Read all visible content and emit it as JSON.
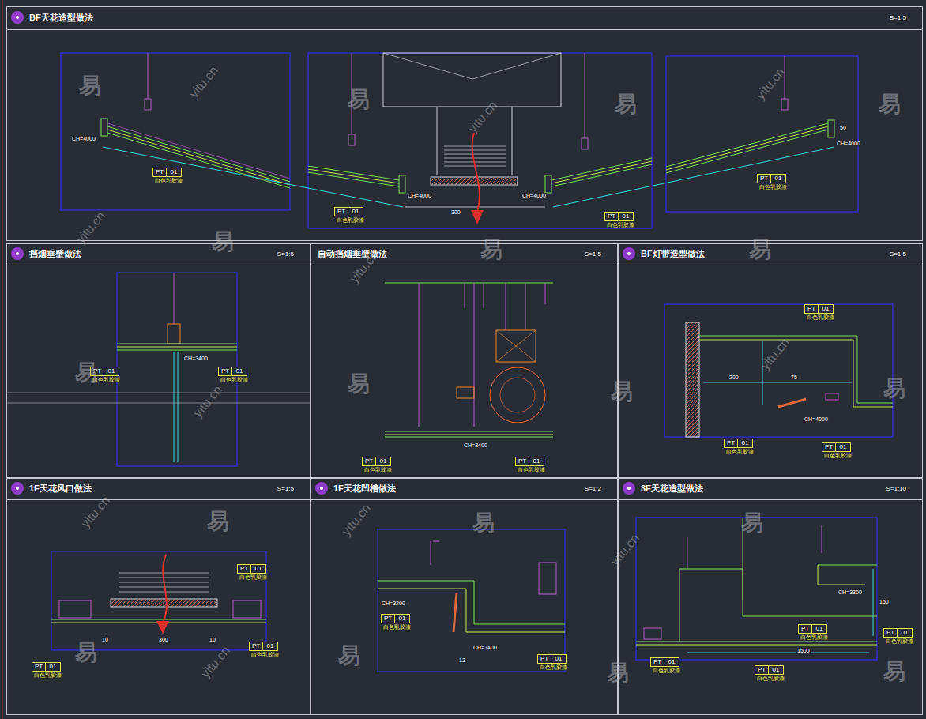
{
  "diagram": {
    "nodes": [
      {
        "text": [
          "BF天花造型做法",
          "S=1:5"
        ]
      },
      {
        "text": [
          "挡烟垂壁做法",
          "S=1:5"
        ]
      },
      {
        "text": [
          "自动挡烟垂壁做法",
          "S=1:5"
        ]
      },
      {
        "text": [
          "BF灯带造型做法",
          "S=1:5"
        ]
      },
      {
        "text": [
          "1F天花风口做法",
          "S=1:5"
        ]
      },
      {
        "text": [
          "1F天花凹槽做法",
          "S=1:2"
        ]
      },
      {
        "text": [
          "3F天花造型做法",
          "S=1:10"
        ]
      }
    ],
    "labels": [
      "PT",
      "01",
      "白色乳胶漆",
      "PT",
      "01",
      "白色乳胶漆",
      "PT",
      "01",
      "白色乳胶漆",
      "PT",
      "01",
      "白色乳胶漆",
      "CH=4000",
      "CH=4000",
      "300",
      "CH=4000",
      "CH=4000",
      "50",
      "PT",
      "01",
      "白色乳胶漆",
      "PT",
      "01",
      "白色乳胶漆",
      "CH=3400",
      "PT",
      "01",
      "白色乳胶漆",
      "PT",
      "01",
      "白色乳胶漆",
      "CH=3400",
      "PT",
      "01",
      "白色乳胶漆",
      "PT",
      "01",
      "白色乳胶漆",
      "PT",
      "01",
      "白色乳胶漆",
      "CH=4000",
      "200",
      "75",
      "PT",
      "01",
      "白色乳胶漆",
      "PT",
      "01",
      "白色乳胶漆",
      "PT",
      "01",
      "白色乳胶漆",
      "300",
      "10",
      "10",
      "PT",
      "01",
      "白色乳胶漆",
      "PT",
      "01",
      "白色乳胶漆",
      "CH=3200",
      "CH=3400",
      "12",
      "PT",
      "01",
      "白色乳胶漆",
      "PT",
      "01",
      "白色乳胶漆",
      "PT",
      "01",
      "白色乳胶漆",
      "PT",
      "01",
      "白色乳胶漆",
      "1500",
      "CH=3300",
      "150",
      "易",
      "易",
      "易",
      "易",
      "易",
      "易",
      "易",
      "易",
      "易",
      "易",
      "易",
      "易",
      "易",
      "易",
      "易",
      "易",
      "易",
      "易",
      "yitu.cn",
      "yitu.cn",
      "yitu.cn",
      "yitu.cn",
      "yitu.cn",
      "yitu.cn",
      "yitu.cn",
      "yitu.cn",
      "yitu.cn",
      "yitu.cn",
      "yitu.cn"
    ]
  }
}
